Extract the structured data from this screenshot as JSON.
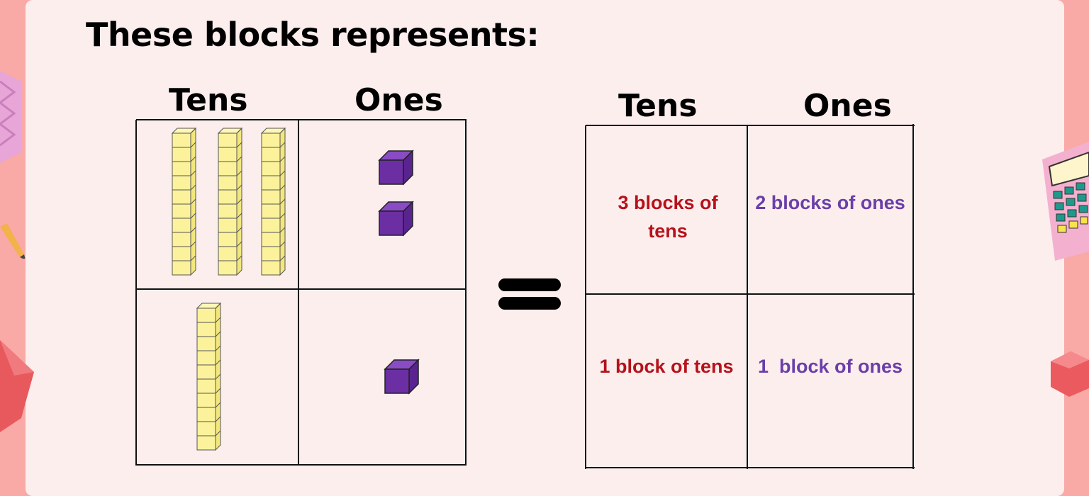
{
  "title": "These blocks represents:",
  "left_table": {
    "headers": {
      "tens": "Tens",
      "ones": "Ones"
    },
    "rows": [
      {
        "tens_rods": 3,
        "ones_cubes": 2
      },
      {
        "tens_rods": 1,
        "ones_cubes": 1
      }
    ]
  },
  "equals_symbol": "=",
  "right_table": {
    "headers": {
      "tens": "Tens",
      "ones": "Ones"
    },
    "rows": [
      {
        "tens": "3 blocks of tens",
        "ones": "2 blocks of ones"
      },
      {
        "tens": "1 block of tens",
        "ones": "1  block of ones"
      }
    ]
  },
  "colors": {
    "background": "#f9a9a6",
    "panel": "#fdeeee",
    "tens_block": "#fbf29b",
    "ones_block": "#6b2fa3",
    "tens_text": "#b5121b",
    "ones_text": "#6a3fa8"
  }
}
